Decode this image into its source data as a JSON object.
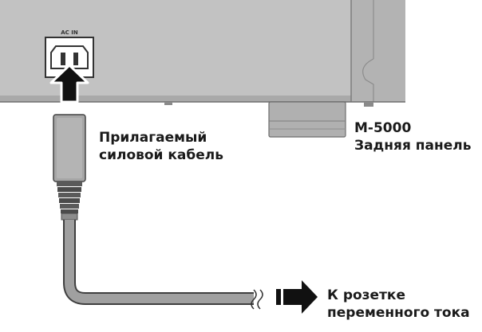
{
  "device": {
    "port_label": "AC IN",
    "model_name": "M-5000",
    "panel_name": "Задняя панель"
  },
  "cable": {
    "label_line1": "Прилагаемый",
    "label_line2": "силовой кабель"
  },
  "outlet": {
    "label_line1": "К розетке",
    "label_line2": "переменного тока"
  },
  "icons": [
    "power-inlet-icon",
    "insert-arrow-icon",
    "outlet-arrow-icon"
  ],
  "colors": {
    "panel": "#c4c4c4",
    "panel_dark": "#a8a8a8",
    "cable": "#9c9c9c",
    "cable_dark": "#4a4a4a",
    "arrow": "#111111",
    "text": "#1a1a1a"
  }
}
